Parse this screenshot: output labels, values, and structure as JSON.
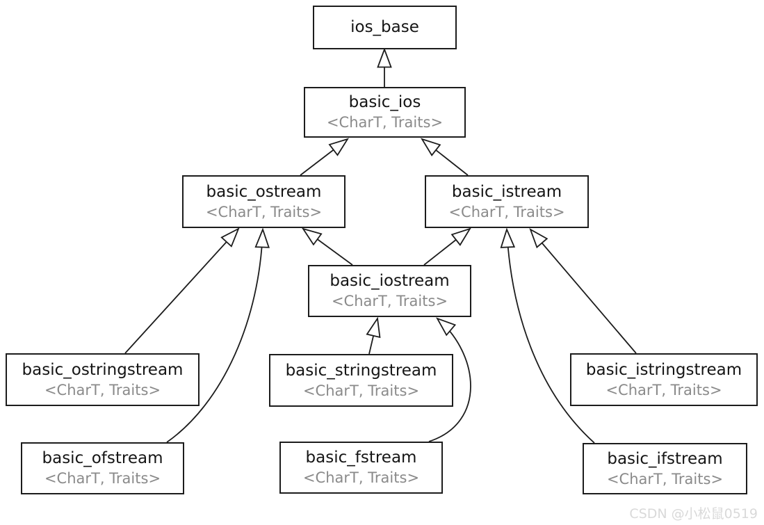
{
  "diagram": {
    "type": "uml-class-inheritance",
    "subject": "C++ iostream class hierarchy",
    "nodes": [
      {
        "id": "ios_base",
        "name": "ios_base",
        "params": ""
      },
      {
        "id": "basic_ios",
        "name": "basic_ios",
        "params": "<CharT, Traits>"
      },
      {
        "id": "basic_ostream",
        "name": "basic_ostream",
        "params": "<CharT, Traits>"
      },
      {
        "id": "basic_istream",
        "name": "basic_istream",
        "params": "<CharT, Traits>"
      },
      {
        "id": "basic_iostream",
        "name": "basic_iostream",
        "params": "<CharT, Traits>"
      },
      {
        "id": "basic_ostringstream",
        "name": "basic_ostringstream",
        "params": "<CharT, Traits>"
      },
      {
        "id": "basic_stringstream",
        "name": "basic_stringstream",
        "params": "<CharT, Traits>"
      },
      {
        "id": "basic_istringstream",
        "name": "basic_istringstream",
        "params": "<CharT, Traits>"
      },
      {
        "id": "basic_ofstream",
        "name": "basic_ofstream",
        "params": "<CharT, Traits>"
      },
      {
        "id": "basic_fstream",
        "name": "basic_fstream",
        "params": "<CharT, Traits>"
      },
      {
        "id": "basic_ifstream",
        "name": "basic_ifstream",
        "params": "<CharT, Traits>"
      }
    ],
    "edges": [
      {
        "from": "basic_ios",
        "to": "ios_base"
      },
      {
        "from": "basic_ostream",
        "to": "basic_ios"
      },
      {
        "from": "basic_istream",
        "to": "basic_ios"
      },
      {
        "from": "basic_iostream",
        "to": "basic_ostream"
      },
      {
        "from": "basic_iostream",
        "to": "basic_istream"
      },
      {
        "from": "basic_ostringstream",
        "to": "basic_ostream"
      },
      {
        "from": "basic_ofstream",
        "to": "basic_ostream"
      },
      {
        "from": "basic_stringstream",
        "to": "basic_iostream"
      },
      {
        "from": "basic_fstream",
        "to": "basic_iostream"
      },
      {
        "from": "basic_istringstream",
        "to": "basic_istream"
      },
      {
        "from": "basic_ifstream",
        "to": "basic_istream"
      }
    ],
    "colors": {
      "background": "#ffffff",
      "node_border": "#1c1c1c",
      "class_name_text": "#151515",
      "template_param_text": "#8a8a8a",
      "edge_line": "#1c1c1c",
      "arrowhead_fill": "#ffffff",
      "watermark_text": "#d9d9d9"
    },
    "watermark": "CSDN @小松鼠0519"
  }
}
